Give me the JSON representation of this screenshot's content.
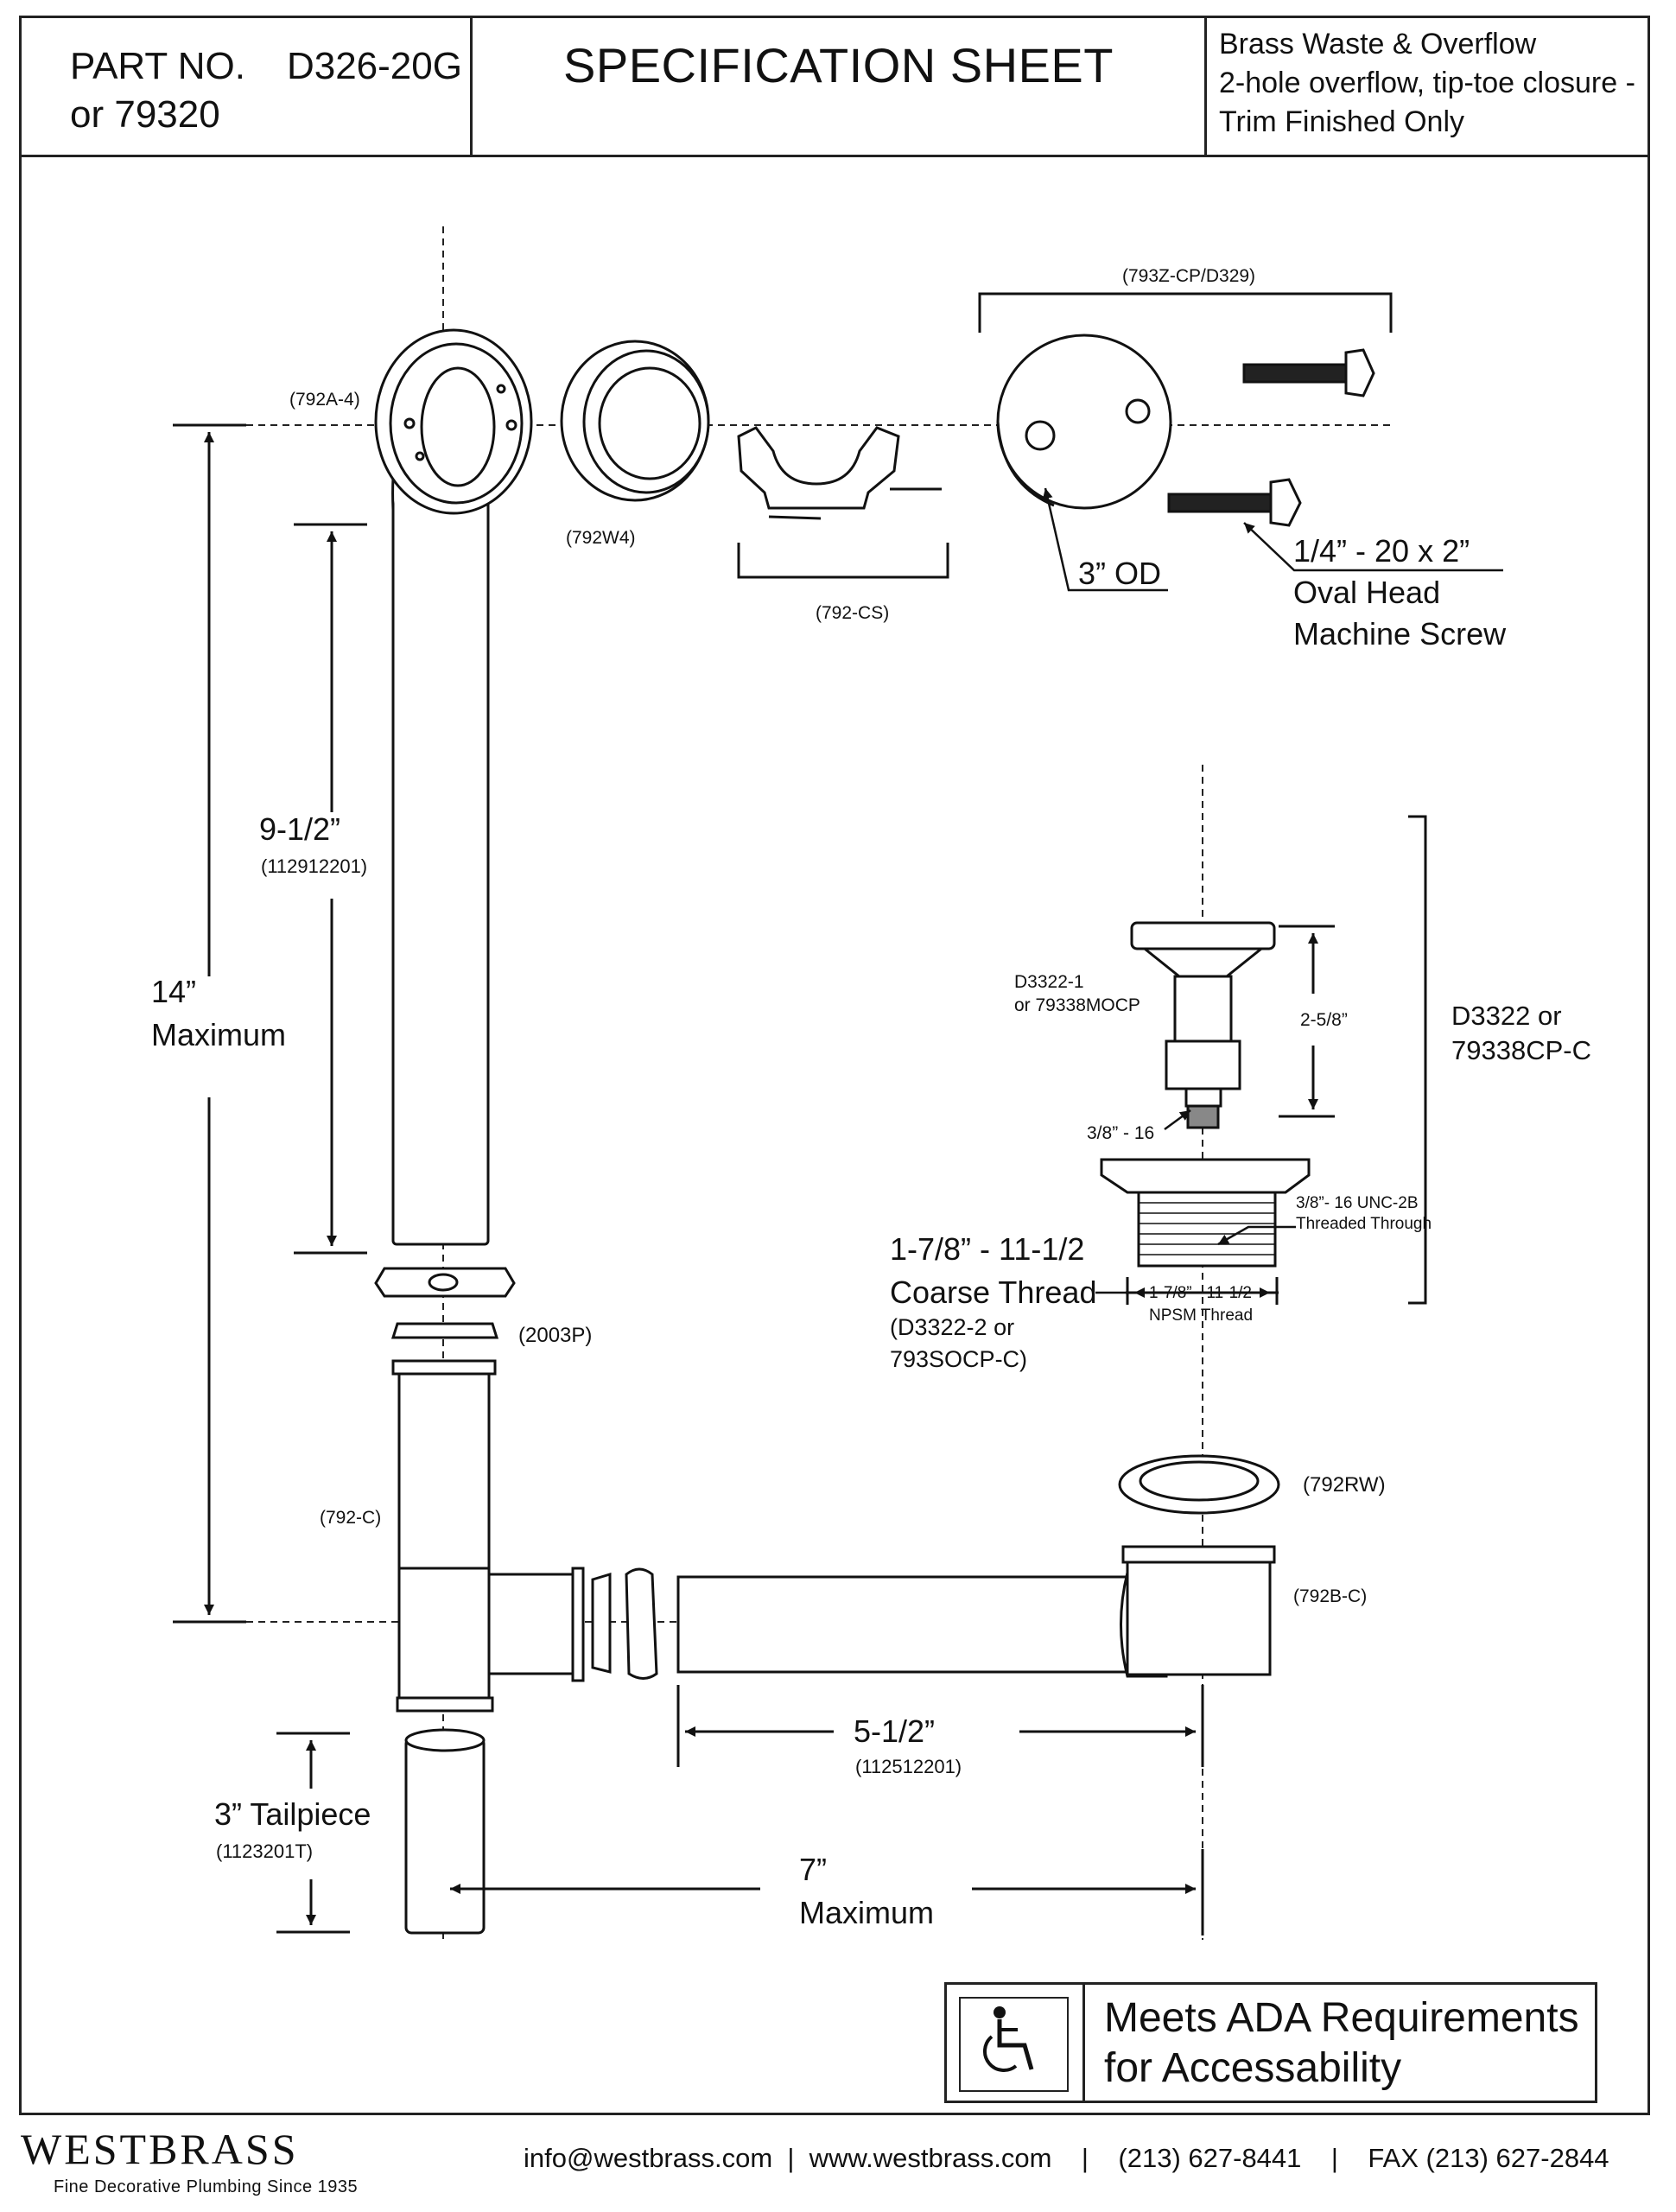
{
  "header": {
    "part_label": "PART NO.",
    "part_number": "D326-20G",
    "part_alt": "or 79320",
    "title": "SPECIFICATION SHEET",
    "description": [
      "Brass Waste & Overflow",
      "2-hole overflow, tip-toe closure -",
      "Trim Finished Only"
    ]
  },
  "callouts": {
    "overflow_elbow": "(792A-4)",
    "gasket_792w4": "(792W4)",
    "cable_clip": "(792-CS)",
    "faceplate_kit": "(793Z-CP/D329)",
    "faceplate_od": "3” OD",
    "screw_1": "1/4” - 20 x 2”",
    "screw_2": "Oval Head",
    "screw_3": "Machine Screw",
    "dim_9_5": "9-1/2”",
    "dim_9_5_part": "(112912201)",
    "dim_14": "14”",
    "dim_14_sub": "Maximum",
    "stopper_part_1": "D3322-1",
    "stopper_part_2": "or 79338MOCP",
    "stopper_height": "2-5/8”",
    "stopper_thread": "3/8” - 16",
    "assembly_1": "D3322 or",
    "assembly_2": "79338CP-C",
    "unc_1": "3/8”- 16 UNC-2B",
    "unc_2": "Threaded Through",
    "coarse_1": "1-7/8” - 11-1/2",
    "coarse_2": "Coarse Thread",
    "coarse_3": "(D3322-2 or",
    "coarse_4": "793SOCP-C)",
    "npsm_1": "1-7/8” - 11-1/2",
    "npsm_2": "NPSM Thread",
    "washer_2003p": "(2003P)",
    "tee_792c": "(792-C)",
    "ring_792rw": "(792RW)",
    "shoe_792bc": "(792B-C)",
    "dim_5_5": "5-1/2”",
    "dim_5_5_part": "(112512201)",
    "tailpiece": "3” Tailpiece",
    "tailpiece_part": "(1123201T)",
    "dim_7": "7”",
    "dim_7_sub": "Maximum"
  },
  "ada": {
    "icon": "wheelchair-accessibility-icon",
    "line1": "Meets  ADA Requirements",
    "line2": "for Accessability"
  },
  "footer": {
    "brand": "WESTBRASS",
    "tagline": "Fine Decorative Plumbing Since 1935",
    "contact": "info@westbrass.com  |  www.westbrass.com    |    (213) 627-8441    |    FAX (213) 627-2844"
  }
}
